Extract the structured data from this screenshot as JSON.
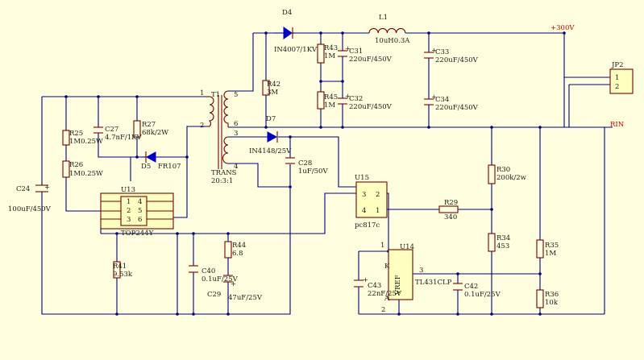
{
  "labels": {
    "D4": "D4",
    "D4_val": "IN4007/1KV",
    "L1": "L1",
    "L1_val": "10uH0.3A",
    "plus300": "+300V",
    "R43": "R43",
    "R43_val": "1M",
    "C31": "C31",
    "C31_val": "220uF/450V",
    "R45": "R45",
    "R45_val": "1M",
    "C32": "C32",
    "C32_val": "220uF/450V",
    "C33": "C33",
    "C33_val": "220uF/450V",
    "C34": "C34",
    "C34_val": "220uF/450V",
    "JP2": "JP2",
    "JP2_p1": "1",
    "JP2_p2": "2",
    "T1": "T1",
    "T1_name": "TRANS",
    "T1_ratio": "20:3:1",
    "T1_p1": "1",
    "T1_p2": "2",
    "T1_p3": "3",
    "T1_p4": "4",
    "T1_p5": "5",
    "T1_p6": "6",
    "R42": "R42",
    "R42_val": "3M",
    "D7": "D7",
    "D7_val": "IN4148/25V",
    "RIN": "RIN",
    "R25": "R25",
    "R25_val": "1M0.25W",
    "R26": "R26",
    "R26_val": "1M0.25W",
    "C27": "C27",
    "C27_val": "4.7nF/1KV",
    "R27": "R27",
    "R27_val": "68k/2W",
    "D5": "D5",
    "D5_val": "FR107",
    "C24": "C24",
    "C24_val": "100uF/450V",
    "U13": "U13",
    "U13_name": "TOP244Y",
    "U13_p1": "1",
    "U13_p2": "2",
    "U13_p3": "3",
    "U13_p4": "4",
    "U13_p5": "5",
    "U13_p6": "6",
    "C28": "C28",
    "C28_val": "1uF/50V",
    "U15": "U15",
    "U15_name": "pc817c",
    "U15_p1": "1",
    "U15_p2": "2",
    "U15_p3": "3",
    "U15_p4": "4",
    "R30": "R30",
    "R30_val": "200k/2w",
    "R29": "R29",
    "R29_val": "340",
    "R34": "R34",
    "R34_val": "453",
    "R35": "R35",
    "R35_val": "1M",
    "R36": "R36",
    "R36_val": "10k",
    "R44": "R44",
    "R44_val": "6.8",
    "R41": "R41",
    "R41_val": "9.53k",
    "C40": "C40",
    "C40_val": "0.1uF/25V",
    "C29": "C29",
    "C29_val": "47uF/25V",
    "U14": "U14",
    "U14_name": "TL431CLP",
    "U14_pin1": "1",
    "U14_k": "K",
    "U14_vref": "VREF",
    "U14_a": "A",
    "U14_pin2": "2",
    "U14_pin3": "3",
    "C43": "C43",
    "C43_val": "22nF/25V",
    "C42": "C42",
    "C42_val": "0.1uF/25V",
    "plus_sign": "+"
  }
}
